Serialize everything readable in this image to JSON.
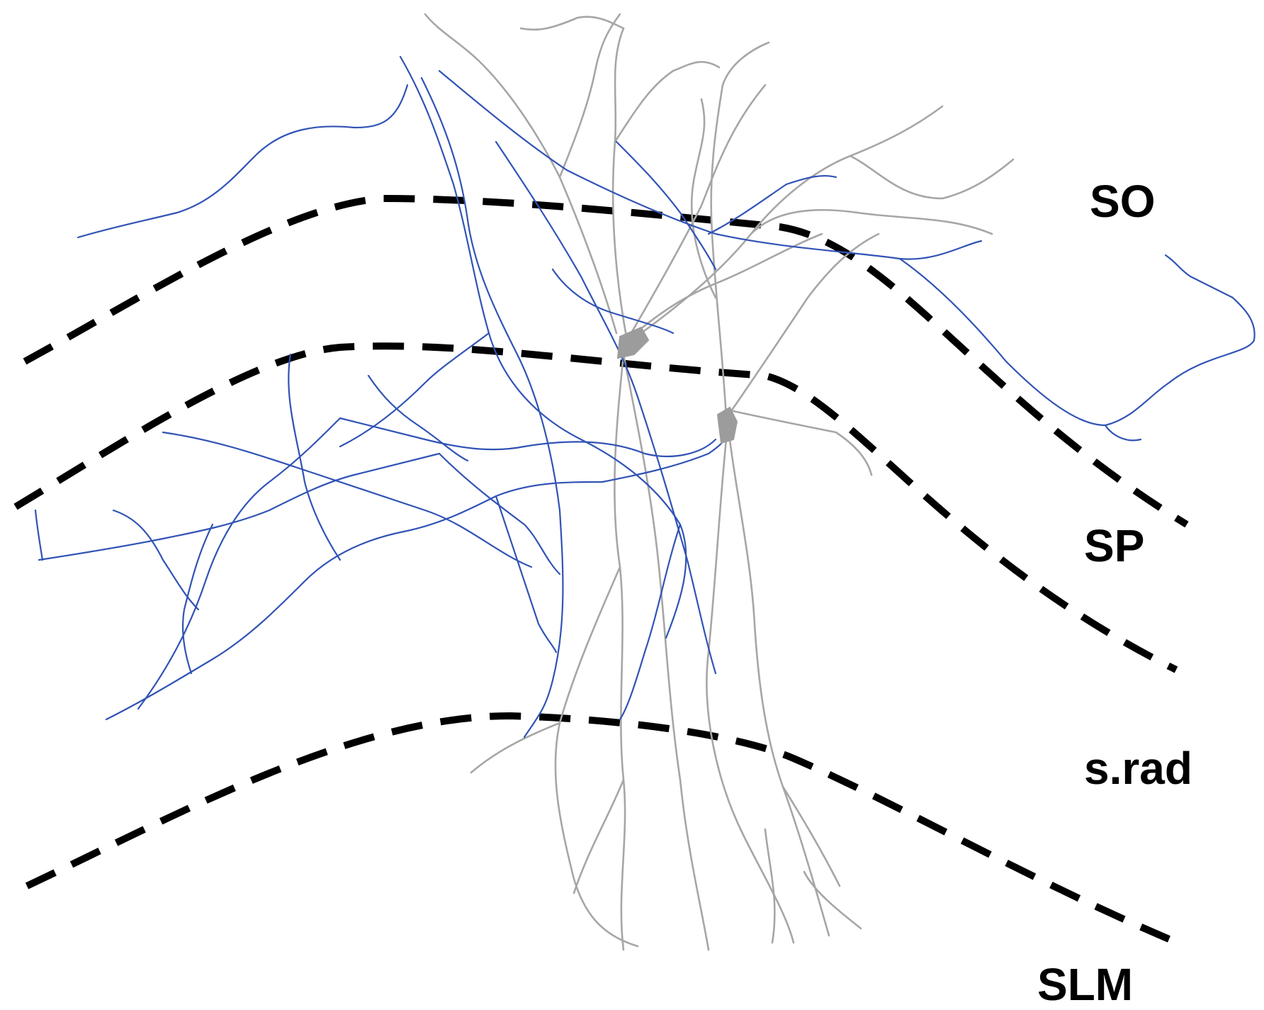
{
  "labels": {
    "so": "SO",
    "sp": "SP",
    "srad": "s.rad",
    "slm": "SLM"
  },
  "colors": {
    "axon": "#3153b5",
    "dendrite": "#a6a6a6",
    "soma": "#9c9c9c",
    "boundary": "#000000"
  }
}
